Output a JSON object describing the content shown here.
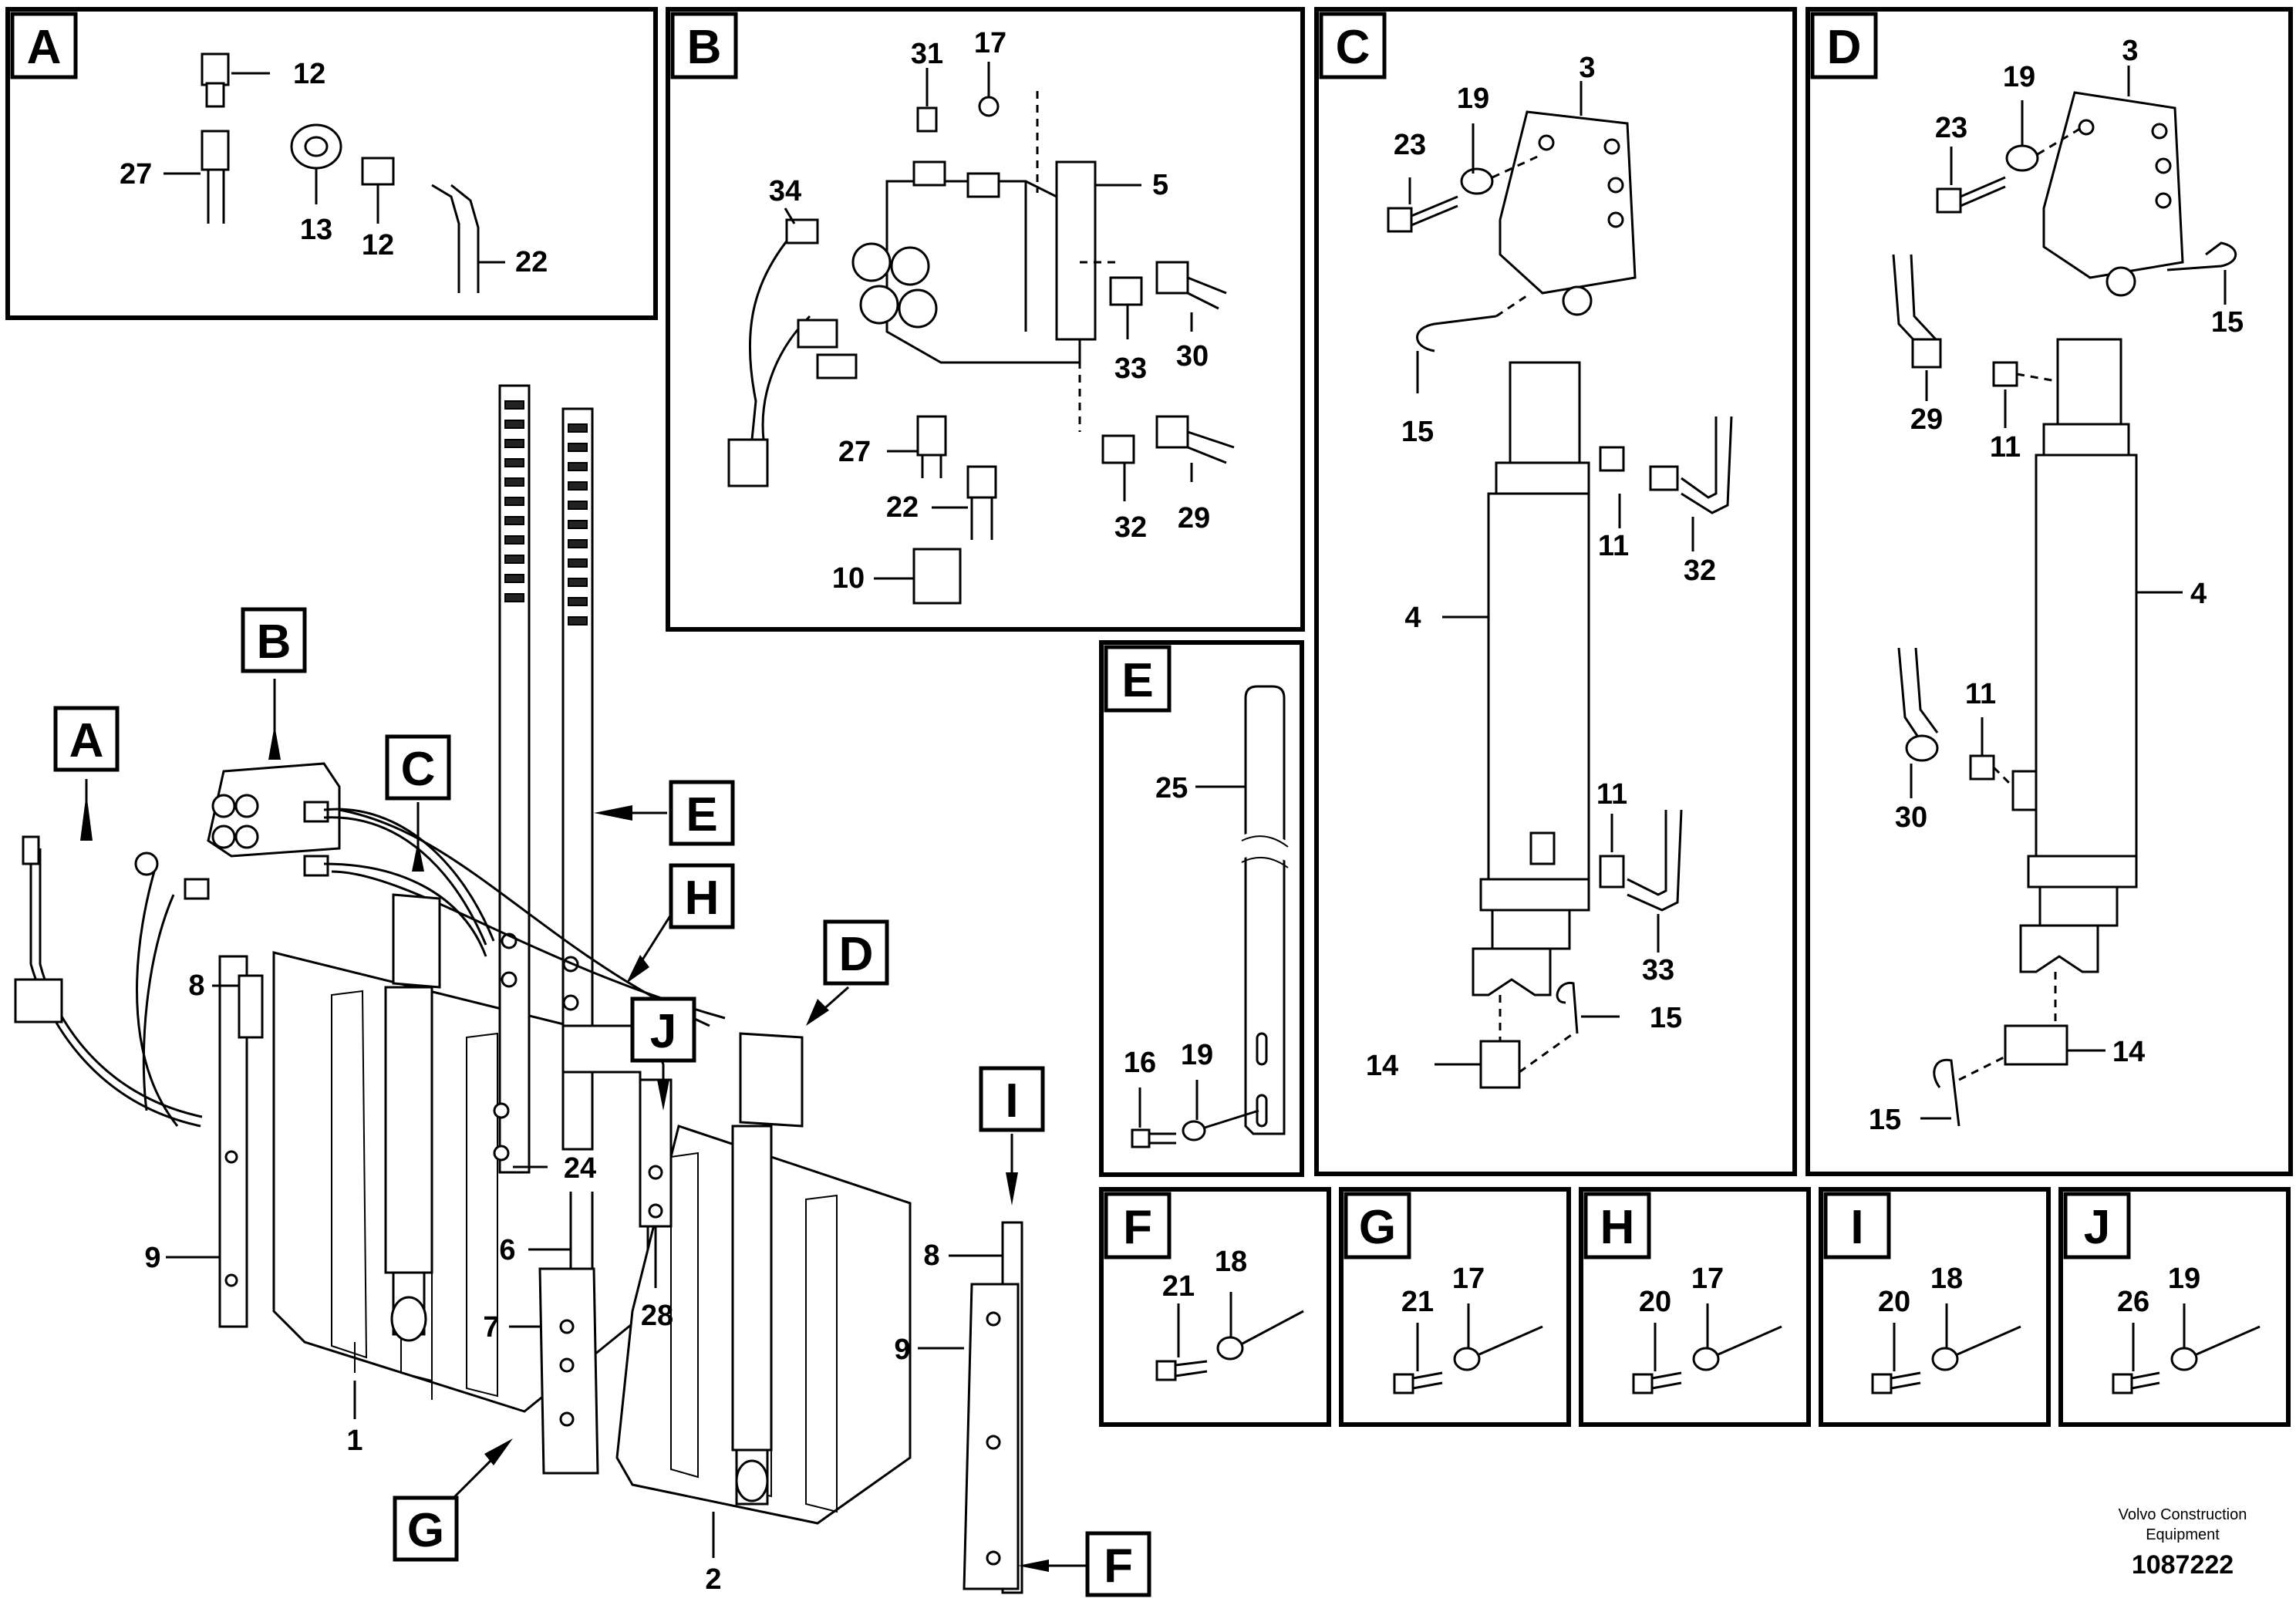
{
  "panels": {
    "A": {
      "letter": "A",
      "callouts": [
        "12",
        "27",
        "13",
        "12",
        "22"
      ]
    },
    "B": {
      "letter": "B",
      "callouts": [
        "31",
        "17",
        "5",
        "34",
        "33",
        "30",
        "27",
        "32",
        "29",
        "22",
        "10"
      ]
    },
    "C": {
      "letter": "C",
      "callouts": [
        "23",
        "19",
        "3",
        "15",
        "11",
        "32",
        "4",
        "11",
        "33",
        "15",
        "14"
      ]
    },
    "D": {
      "letter": "D",
      "callouts": [
        "23",
        "19",
        "3",
        "15",
        "29",
        "11",
        "4",
        "11",
        "30",
        "14",
        "15"
      ]
    },
    "E": {
      "letter": "E",
      "callouts": [
        "25",
        "16",
        "19"
      ]
    },
    "F": {
      "letter": "F",
      "callouts": [
        "21",
        "18"
      ]
    },
    "G": {
      "letter": "G",
      "callouts": [
        "21",
        "17"
      ]
    },
    "H": {
      "letter": "H",
      "callouts": [
        "20",
        "17"
      ]
    },
    "I": {
      "letter": "I",
      "callouts": [
        "20",
        "18"
      ]
    },
    "J": {
      "letter": "J",
      "callouts": [
        "26",
        "19"
      ]
    }
  },
  "main": {
    "pointers": {
      "A": "A",
      "B": "B",
      "C": "C",
      "D": "D",
      "E": "E",
      "F": "F",
      "G": "G",
      "H": "H",
      "I": "I",
      "J": "J"
    },
    "callouts": [
      "8",
      "9",
      "24",
      "6",
      "7",
      "28",
      "1",
      "2",
      "8",
      "9"
    ]
  },
  "footer": {
    "company_line1": "Volvo Construction",
    "company_line2": "Equipment",
    "drawing_number": "1087222"
  },
  "colors": {
    "line": "#000000",
    "background": "#ffffff",
    "fill_dark": "#222222"
  }
}
